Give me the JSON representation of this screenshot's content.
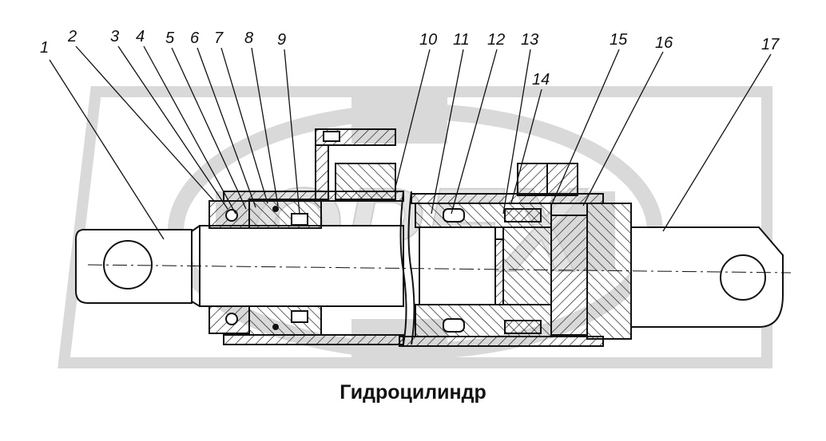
{
  "caption": "Гидроцилиндр",
  "watermark": "OPEX",
  "callouts": [
    "1",
    "2",
    "3",
    "4",
    "5",
    "6",
    "7",
    "8",
    "9",
    "10",
    "11",
    "12",
    "13",
    "14",
    "15",
    "16",
    "17"
  ],
  "colors": {
    "ink": "#111111",
    "watermark": "#d9d9d9",
    "background": "#ffffff"
  }
}
